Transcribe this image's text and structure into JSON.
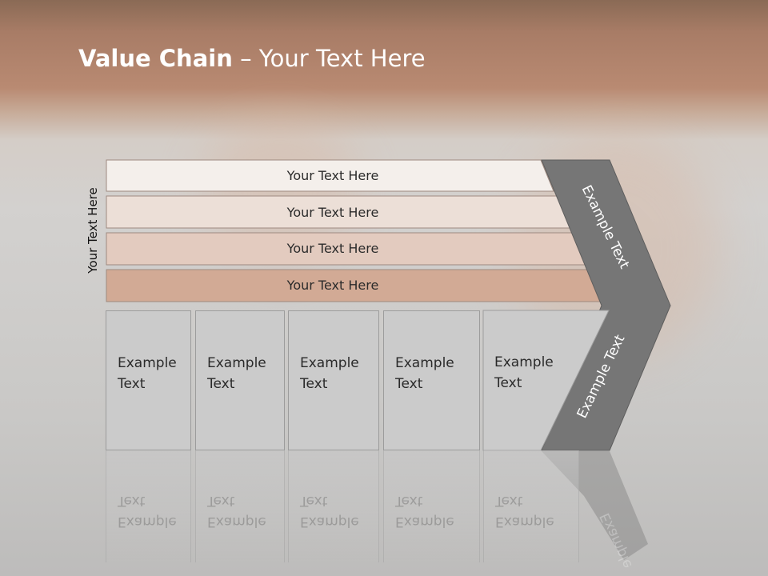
{
  "title": {
    "bold": "Value Chain",
    "rest": " – Your Text Here"
  },
  "side_label": "Your Text Here",
  "rows": [
    {
      "label": "Your Text Here",
      "color": "#f4efeb"
    },
    {
      "label": "Your Text Here",
      "color": "#ecdfd7"
    },
    {
      "label": "Your Text Here",
      "color": "#e3cbbf"
    },
    {
      "label": "Your Text Here",
      "color": "#d2aa95"
    }
  ],
  "boxes": [
    {
      "label": "Example\nText"
    },
    {
      "label": "Example\nText"
    },
    {
      "label": "Example\nText"
    },
    {
      "label": "Example\nText"
    },
    {
      "label": "Example\nText"
    }
  ],
  "arrow": {
    "top_label": "Example Text",
    "bottom_label": "Example Text",
    "color": "#767676"
  }
}
